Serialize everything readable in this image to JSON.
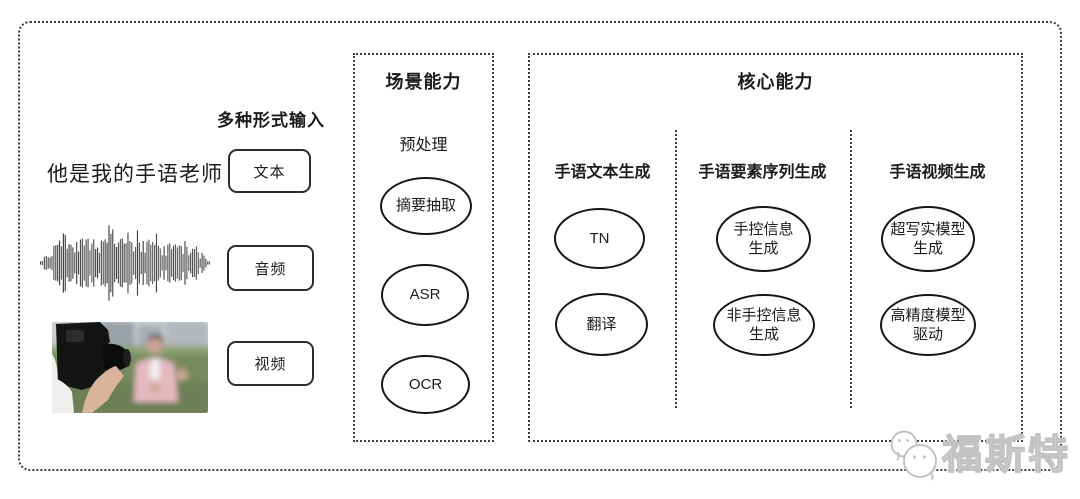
{
  "input_section": {
    "heading": "多种形式输入",
    "sample_text": "他是我的手语老师",
    "text_label": "文本",
    "audio_label": "音频",
    "video_label": "视频"
  },
  "scene_box": {
    "title": "场景能力",
    "subtitle": "预处理",
    "nodes": [
      {
        "lines": [
          "摘要抽取"
        ]
      },
      {
        "lines": [
          "ASR"
        ]
      },
      {
        "lines": [
          "OCR"
        ]
      }
    ]
  },
  "core_box": {
    "title": "核心能力",
    "columns": [
      {
        "header": "手语文本生成",
        "nodes": [
          {
            "lines": [
              "TN"
            ]
          },
          {
            "lines": [
              "翻译"
            ]
          }
        ]
      },
      {
        "header": "手语要素序列生成",
        "nodes": [
          {
            "lines": [
              "手控信息",
              "生成"
            ]
          },
          {
            "lines": [
              "非手控信息",
              "生成"
            ]
          }
        ]
      },
      {
        "header": "手语视频生成",
        "nodes": [
          {
            "lines": [
              "超写实模型",
              "生成"
            ]
          },
          {
            "lines": [
              "高精度模型",
              "驱动"
            ]
          }
        ]
      }
    ]
  },
  "watermark": {
    "text": "福斯特"
  },
  "colors": {
    "line": "#3f3f3f",
    "node_border": "#161616",
    "waveform": "#3b3b3b",
    "watermark_gray": "#c2c2c2",
    "background": "#ffffff"
  }
}
